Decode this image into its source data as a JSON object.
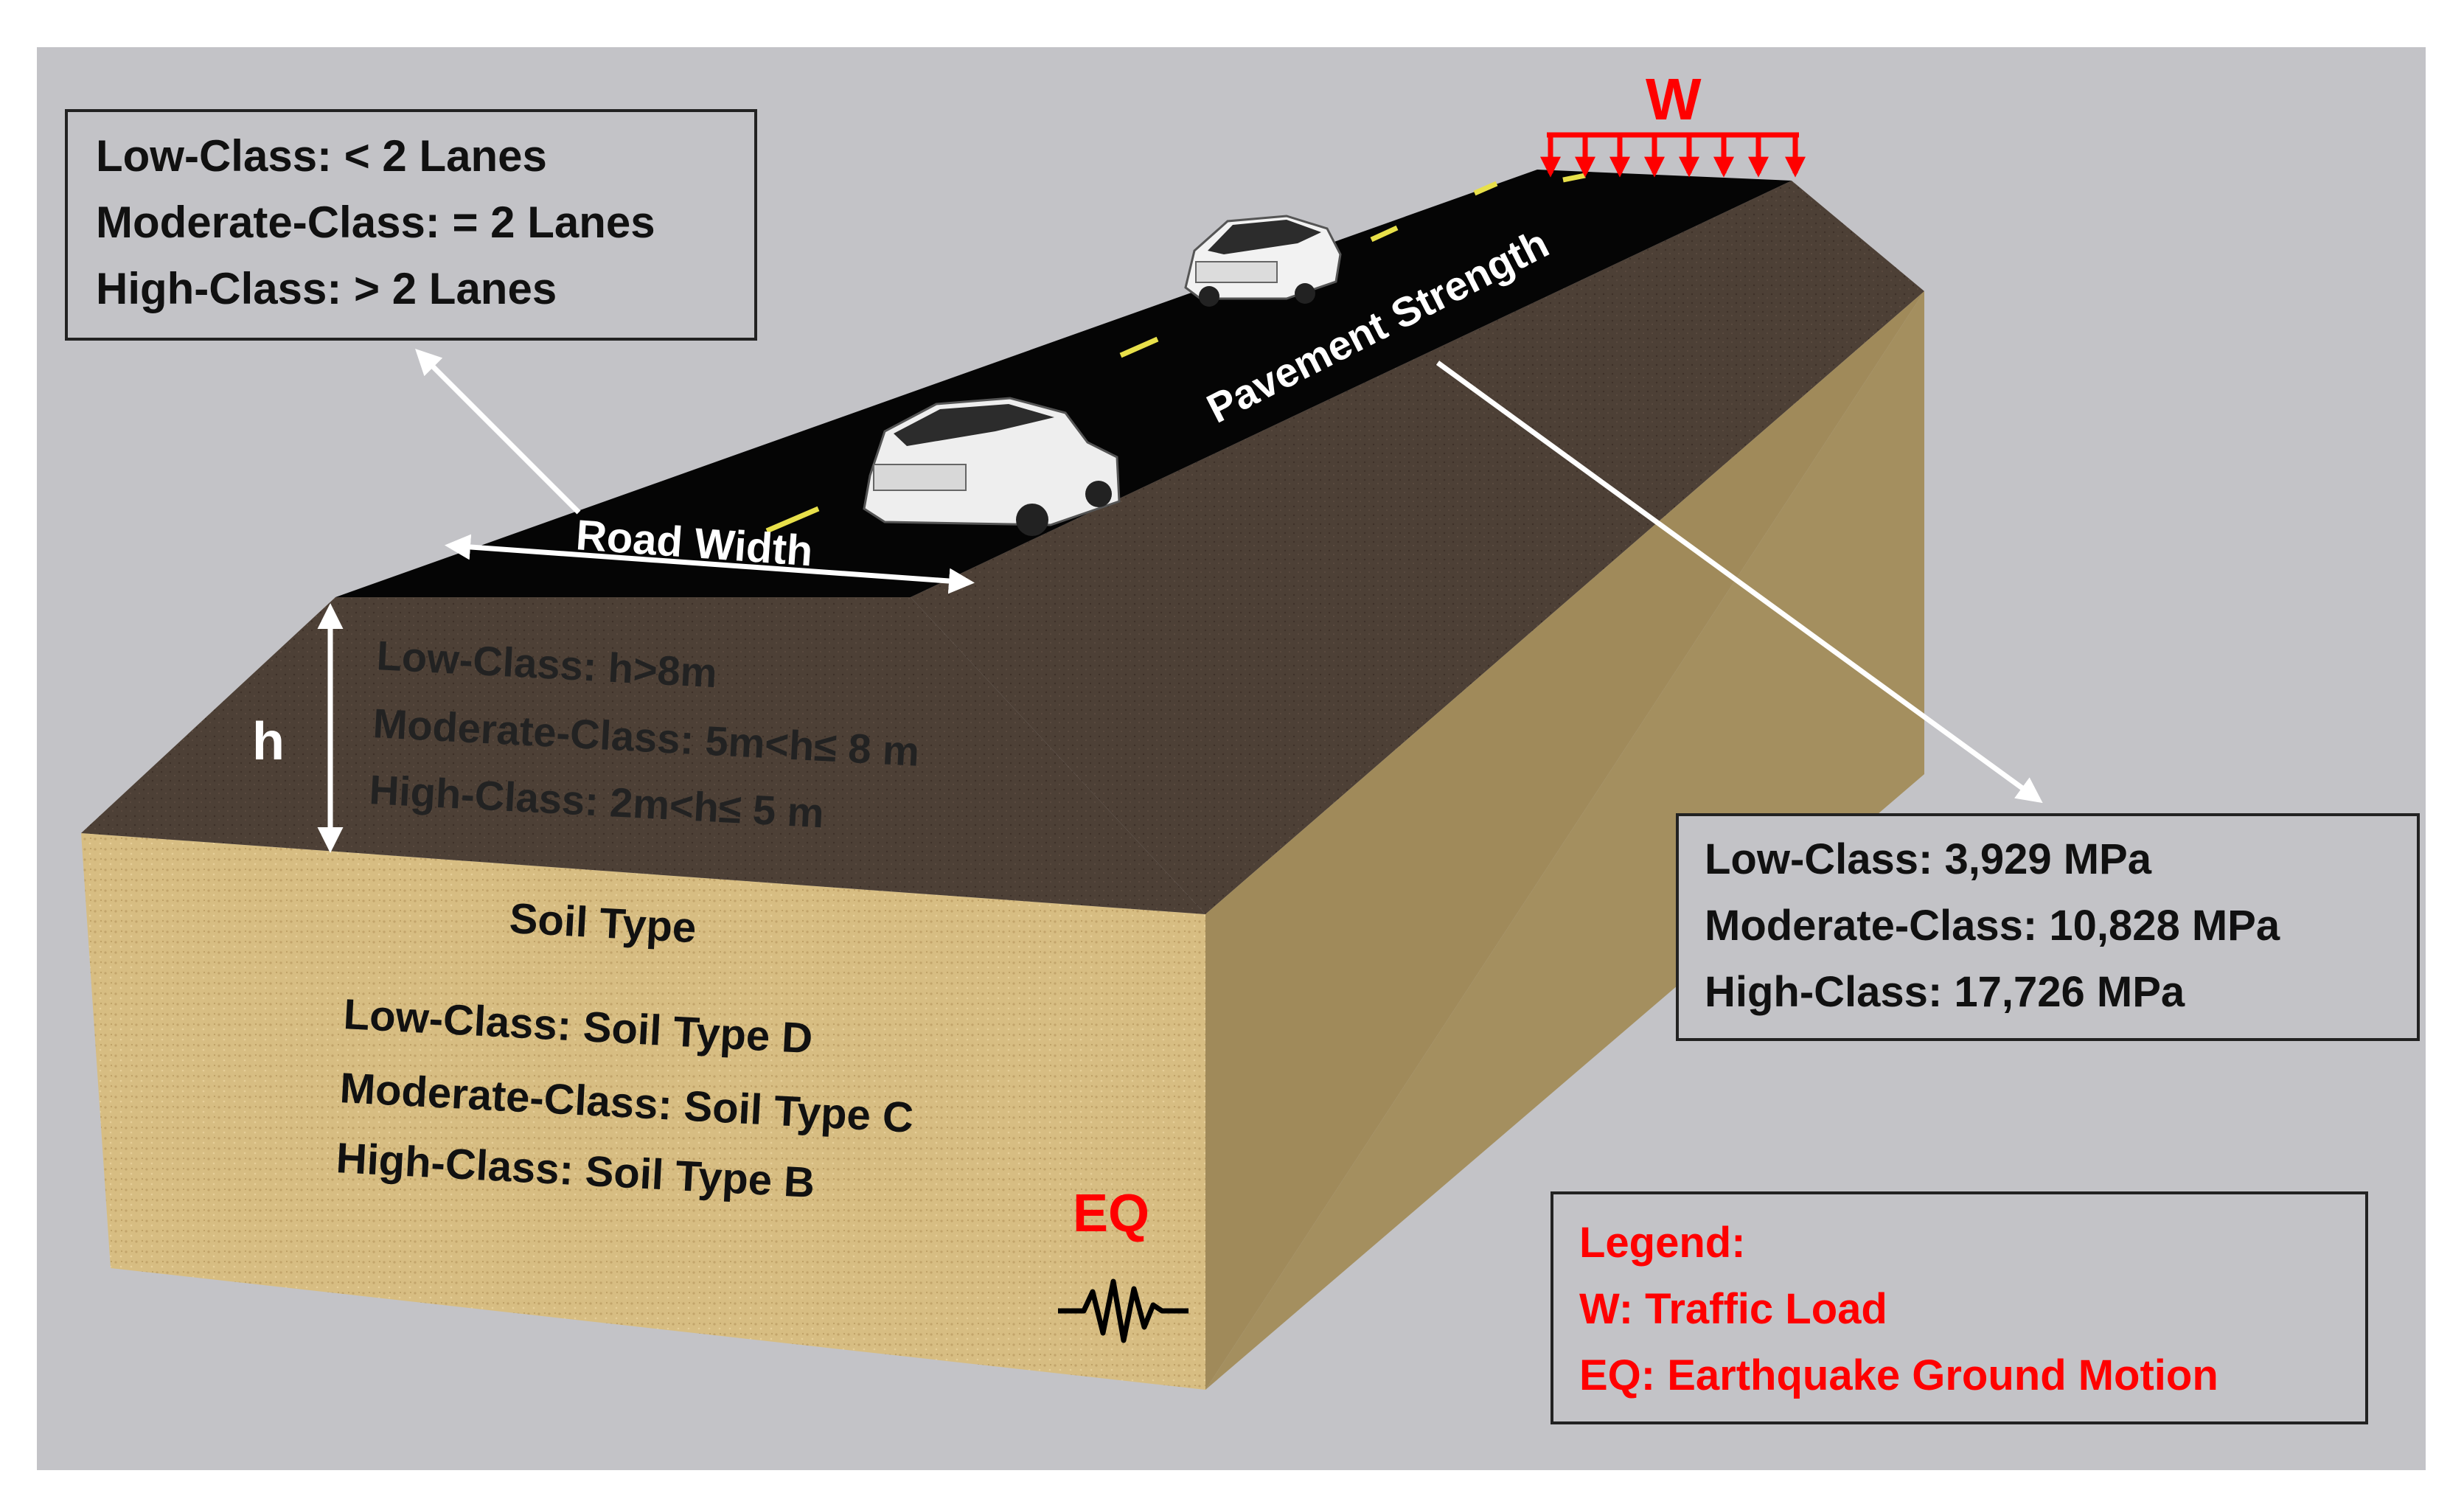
{
  "road_width_box": {
    "lines": [
      "Low-Class: < 2 Lanes",
      "Moderate-Class: = 2 Lanes",
      "High-Class: > 2 Lanes"
    ]
  },
  "road_width_label": "Road Width",
  "pavement_label": "Pavement Strength",
  "pavement_box": {
    "lines": [
      "Low-Class: 3,929 MPa",
      "Moderate-Class: 10,828 MPa",
      "High-Class: 17,726 MPa"
    ]
  },
  "height_symbol": "h",
  "height_classes": [
    "Low-Class: h>8m",
    "Moderate-Class: 5m<h≤ 8 m",
    "High-Class: 2m<h≤ 5 m"
  ],
  "soil": {
    "title": "Soil Type",
    "classes": [
      "Low-Class: Soil Type D",
      "Moderate-Class: Soil Type C",
      "High-Class: Soil Type B"
    ]
  },
  "load_symbol": "W",
  "eq_symbol": "EQ",
  "legend": {
    "title": "Legend:",
    "items": [
      "W: Traffic Load",
      "EQ: Earthquake Ground Motion"
    ]
  },
  "colors": {
    "background": "#c3c3c7",
    "asphalt": "#050505",
    "embankment_slope": "#4a3d33",
    "soil": "#d7bd82",
    "soil_side": "#a48f5f",
    "accent_red": "#ff0000",
    "lane_marking": "#e8e04a"
  }
}
